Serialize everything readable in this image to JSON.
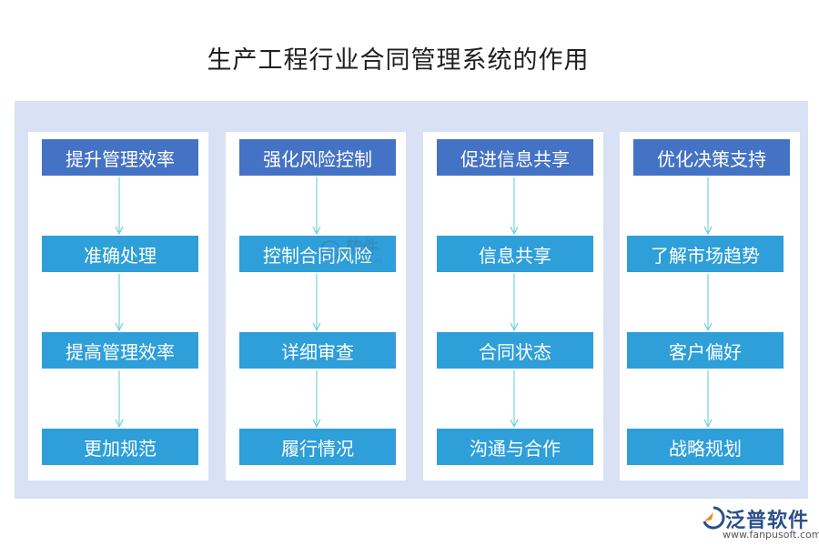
{
  "title": "生产工程行业合同管理系统的作用",
  "columns": [
    {
      "header": "提升管理效率",
      "steps": [
        "准确处理",
        "提高管理效率",
        "更加规范"
      ]
    },
    {
      "header": "强化风险控制",
      "steps": [
        "控制合同风险",
        "详细审查",
        "履行情况"
      ]
    },
    {
      "header": "促进信息共享",
      "steps": [
        "信息共享",
        "合同状态",
        "沟通与合作"
      ]
    },
    {
      "header": "优化决策支持",
      "steps": [
        "了解市场趋势",
        "客户偏好",
        "战略规划"
      ]
    }
  ],
  "watermark": {
    "text": "软件",
    "sub": "SOFTWARE"
  },
  "logo": {
    "brand": "泛普软件",
    "url": "www.fanpusoft.com"
  },
  "colors": {
    "header": "#4472c4",
    "step": "#2e9fd8",
    "panel": "#d8e2f4",
    "arrow": "#5cc8d8"
  }
}
